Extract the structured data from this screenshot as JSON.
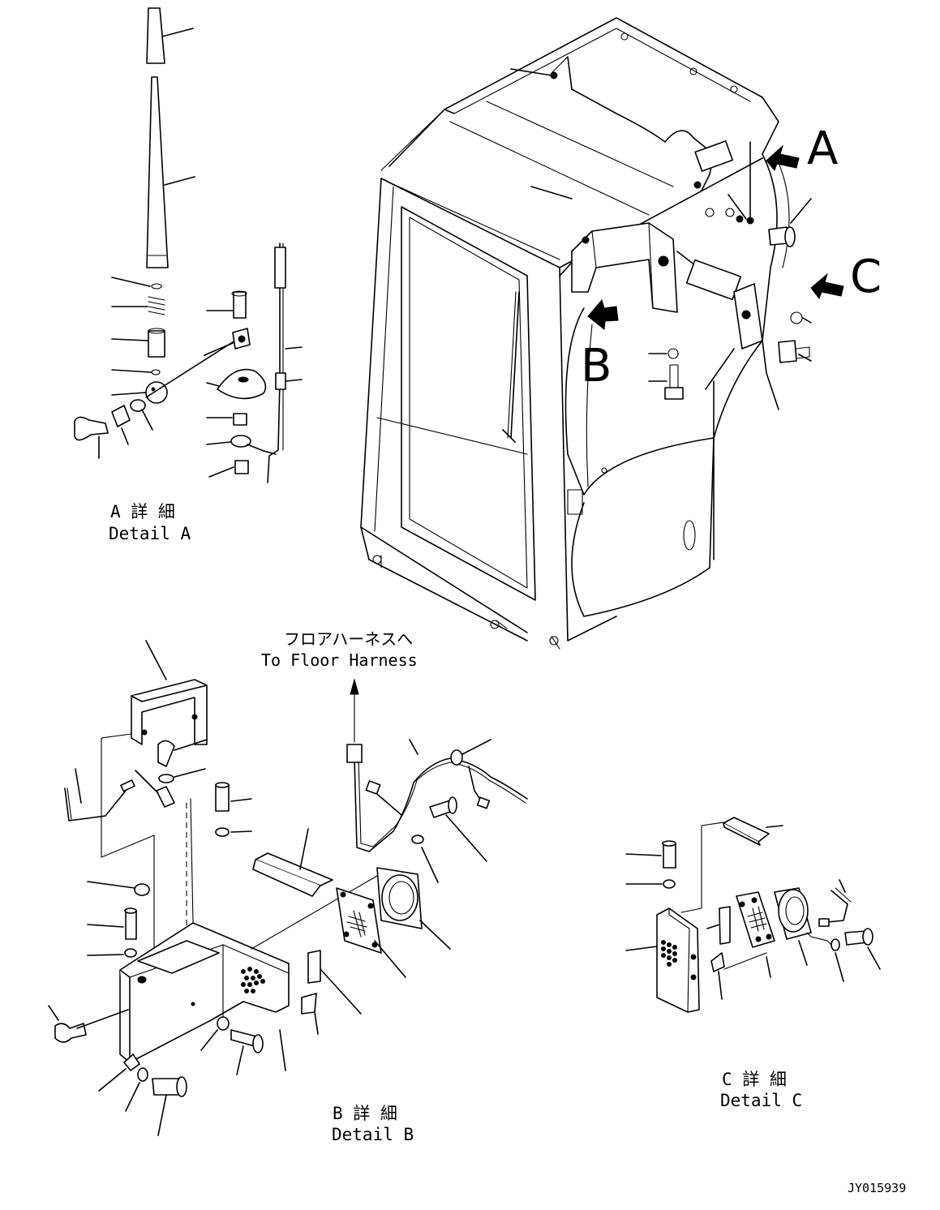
{
  "callouts": {
    "view_a": "A",
    "view_b": "B",
    "view_c": "C"
  },
  "detail_a": {
    "title_jp": "A 詳 細",
    "title_en": "Detail A"
  },
  "detail_b": {
    "title_jp": "B 詳 細",
    "title_en": "Detail B"
  },
  "detail_c": {
    "title_jp": "C 詳 細",
    "title_en": "Detail C"
  },
  "harness_note": {
    "jp": "フロアハーネスへ",
    "en": "To Floor Harness"
  },
  "drawing_number": "JY015939"
}
